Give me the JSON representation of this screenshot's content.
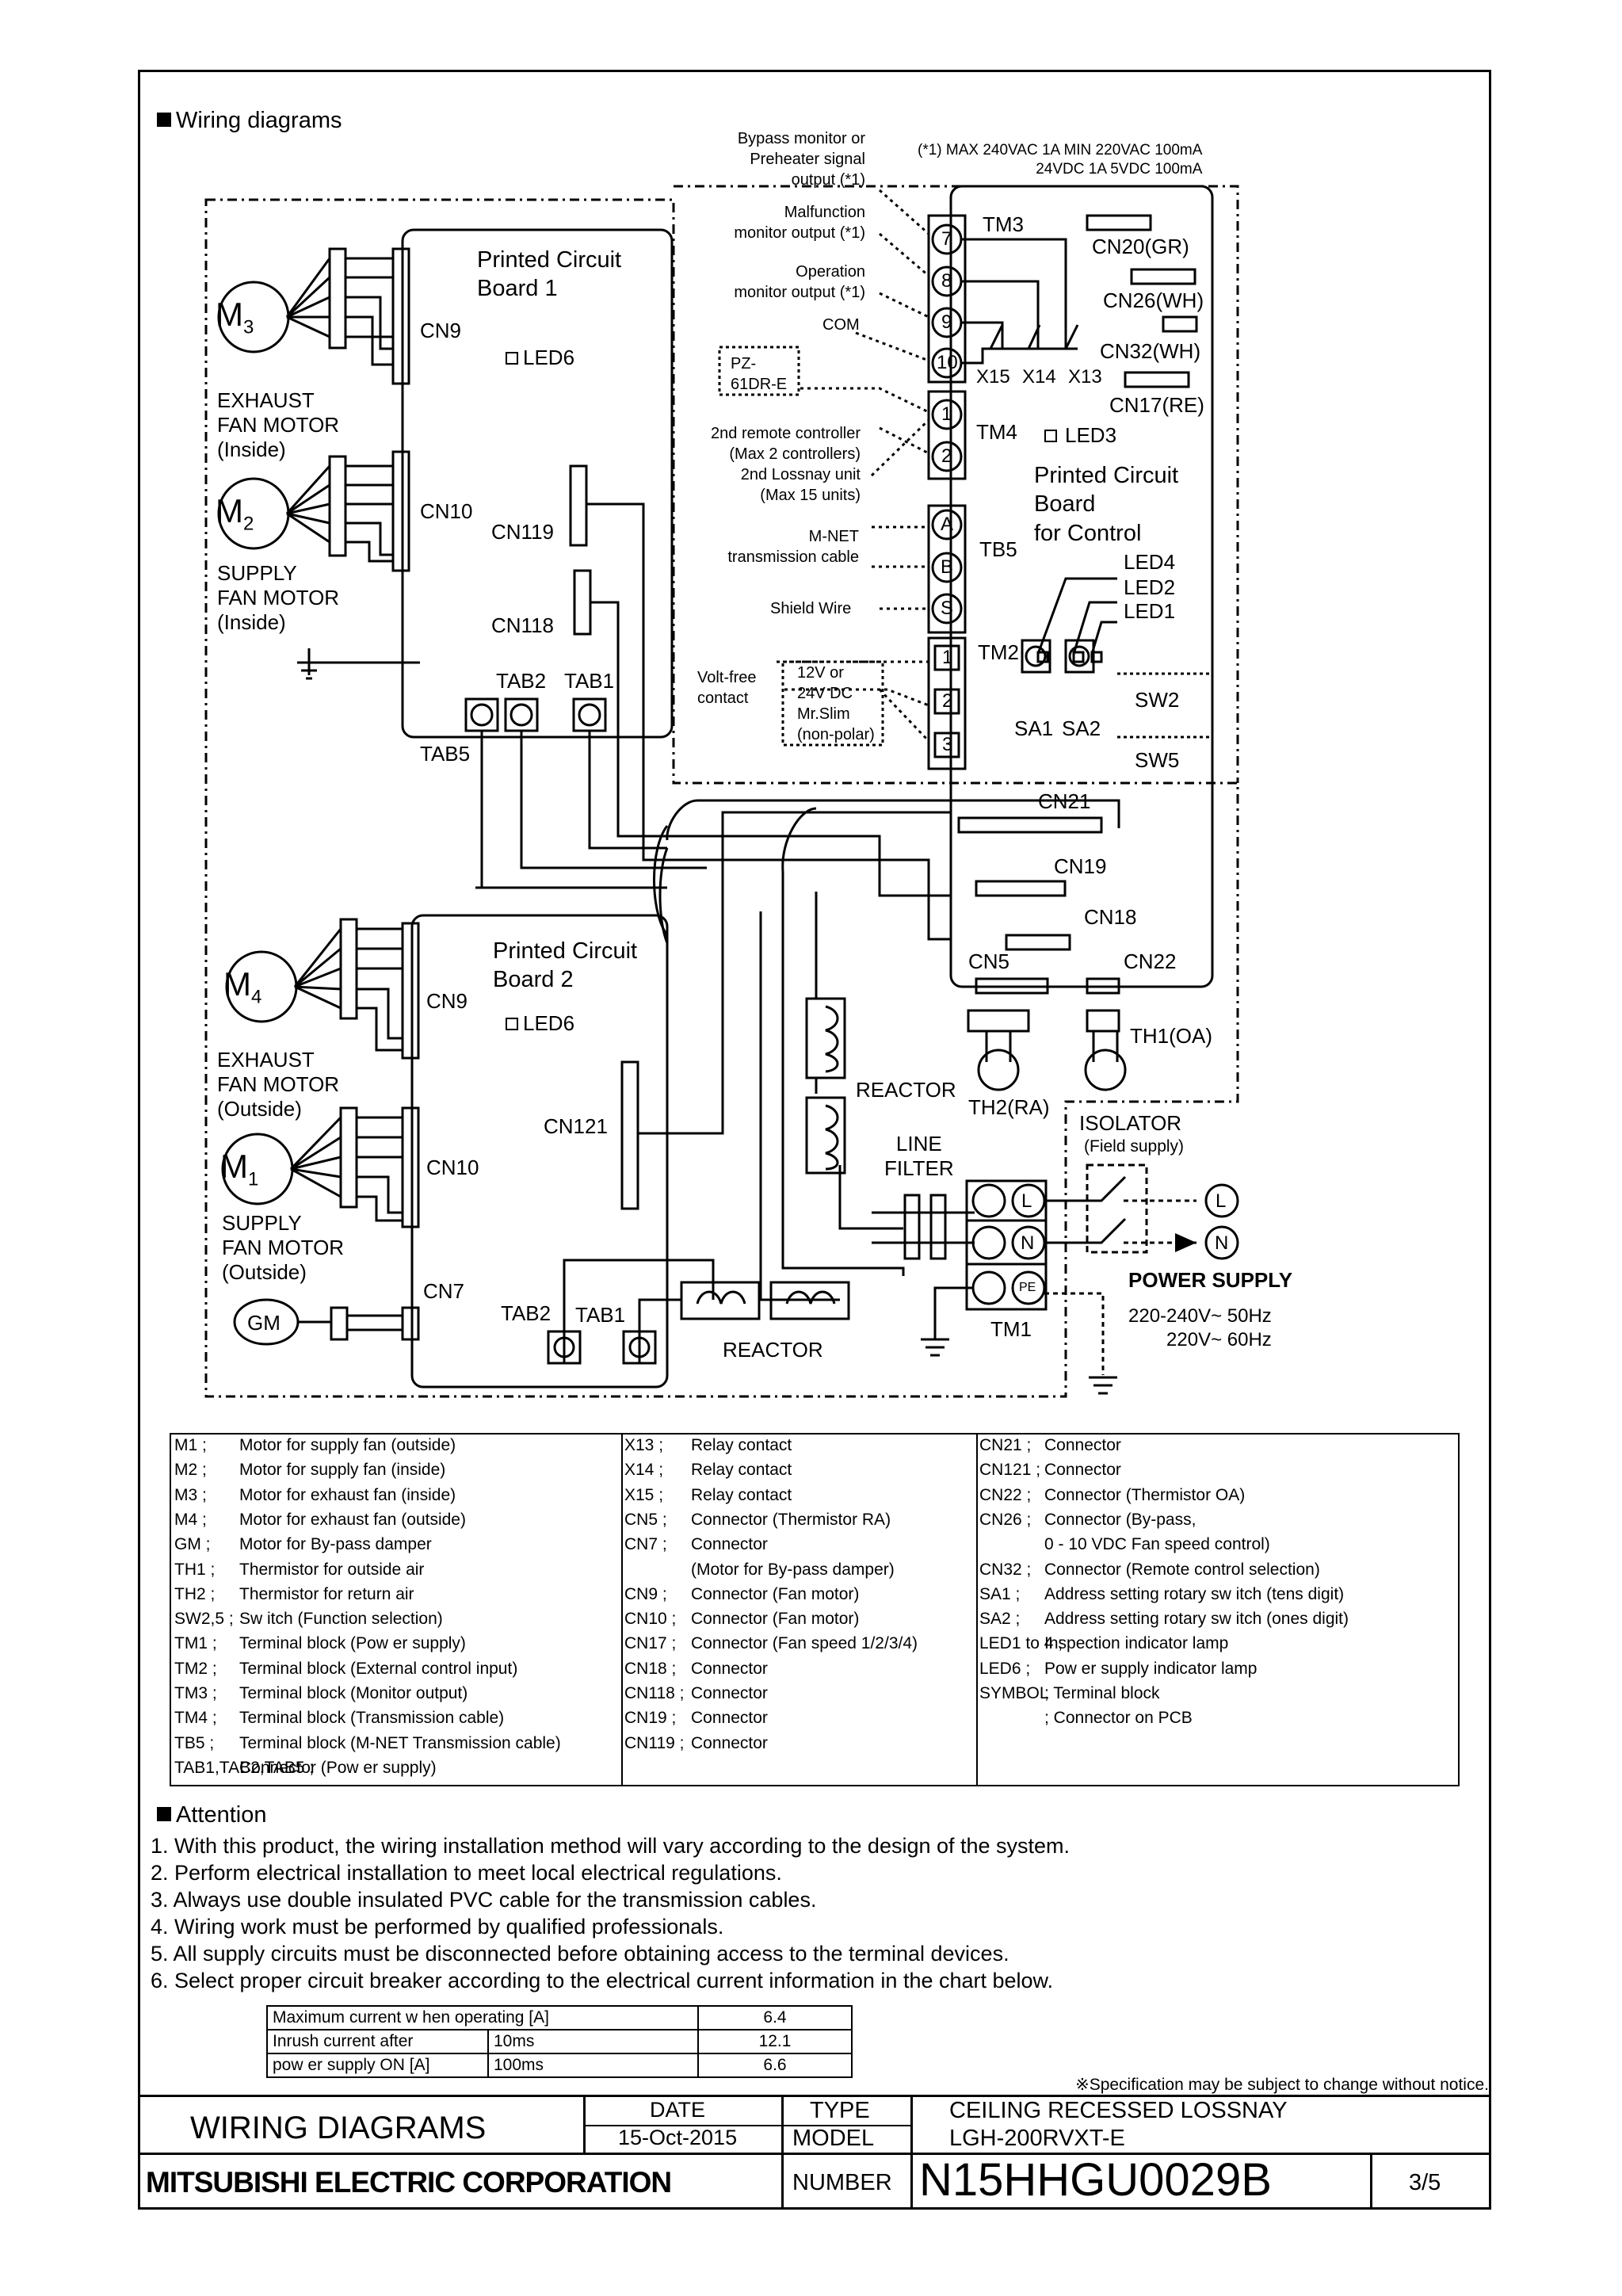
{
  "header": {
    "section_title": "Wiring diagrams"
  },
  "boards": {
    "pcb1": [
      "Printed Circuit",
      "Board 1"
    ],
    "pcb2": [
      "Printed Circuit",
      "Board 2"
    ],
    "control": [
      "Printed Circuit",
      "Board",
      "for Control"
    ]
  },
  "motors": {
    "m3": {
      "sym": "M",
      "sub": "3",
      "label": [
        "EXHAUST",
        "FAN MOTOR",
        "(Inside)"
      ]
    },
    "m2": {
      "sym": "M",
      "sub": "2",
      "label": [
        "SUPPLY",
        "FAN MOTOR",
        "(Inside)"
      ]
    },
    "m4": {
      "sym": "M",
      "sub": "4",
      "label": [
        "EXHAUST",
        "FAN MOTOR",
        "(Outside)"
      ]
    },
    "m1": {
      "sym": "M",
      "sub": "1",
      "label": [
        "SUPPLY",
        "FAN MOTOR",
        "(Outside)"
      ]
    },
    "gm": "GM"
  },
  "labels": {
    "cn9": "CN9",
    "cn10": "CN10",
    "cn119": "CN119",
    "cn118": "CN118",
    "cn121": "CN121",
    "cn7": "CN7",
    "led6": "LED6",
    "tab1": "TAB1",
    "tab2": "TAB2",
    "tab5": "TAB5",
    "tm1": "TM1",
    "tm2": "TM2",
    "tm3": "TM3",
    "tm4": "TM4",
    "tb5": "TB5",
    "cn20": "CN20(GR)",
    "cn26": "CN26(WH)",
    "cn32": "CN32(WH)",
    "cn17": "CN17(RE)",
    "x15": "X15",
    "x14": "X14",
    "x13": "X13",
    "led3": "LED3",
    "led4": "LED4",
    "led2": "LED2",
    "led1": "LED1",
    "sw2": "SW2",
    "sw5": "SW5",
    "sa1": "SA1",
    "sa2": "SA2",
    "cn21": "CN21",
    "cn19": "CN19",
    "cn18": "CN18",
    "cn5": "CN5",
    "cn22": "CN22",
    "th1": "TH1(OA)",
    "th2": "TH2(RA)",
    "reactor": "REACTOR",
    "line_filter": [
      "LINE",
      "FILTER"
    ],
    "isolator": "ISOLATOR",
    "field_supply": "(Field supply)",
    "power_supply": "POWER SUPPLY",
    "voltage": [
      "220-240V~ 50Hz",
      "220V~ 60Hz"
    ],
    "terminals": {
      "t7": "7",
      "t8": "8",
      "t9": "9",
      "t10": "10",
      "t1": "1",
      "t2": "2",
      "a": "A",
      "b": "B",
      "s": "S",
      "m1": "1",
      "m2": "2",
      "m3": "3",
      "l": "L",
      "n": "N",
      "pe": "PE"
    }
  },
  "annotations": {
    "rating": [
      "(*1) MAX 240VAC 1A    MIN 220VAC 100mA",
      "24VDC   1A              5VDC   100mA"
    ],
    "bypass": [
      "Bypass monitor or",
      "Preheater signal",
      "output (*1)"
    ],
    "malfunction": [
      "Malfunction",
      "monitor output (*1)"
    ],
    "operation": [
      "Operation",
      "monitor output (*1)"
    ],
    "com": "COM",
    "pz": [
      "PZ-",
      "61DR-E"
    ],
    "remote": [
      "2nd remote controller",
      "(Max 2 controllers)",
      "2nd Lossnay unit",
      "(Max 15 units)"
    ],
    "mnet": [
      "M-NET",
      "transmission cable"
    ],
    "shield": "Shield Wire",
    "voltfree": [
      "Volt-free",
      "contact"
    ],
    "dc": [
      "12V or",
      "24V DC",
      "Mr.Slim",
      "(non-polar)"
    ]
  },
  "legend": {
    "col1": [
      [
        "M1 ;",
        "Motor for supply fan (outside)"
      ],
      [
        "M2 ;",
        "Motor for supply fan (inside)"
      ],
      [
        "M3 ;",
        "Motor for exhaust fan (inside)"
      ],
      [
        "M4 ;",
        "Motor for exhaust fan (outside)"
      ],
      [
        "GM ;",
        "Motor for By-pass damper"
      ],
      [
        "TH1 ;",
        "Thermistor for outside air"
      ],
      [
        "TH2 ;",
        "Thermistor for return air"
      ],
      [
        "SW2,5 ;",
        "Sw itch (Function selection)"
      ],
      [
        "TM1 ;",
        "Terminal block (Pow er supply)"
      ],
      [
        "TM2 ;",
        "Terminal block (External control input)"
      ],
      [
        "TM3 ;",
        "Terminal block (Monitor output)"
      ],
      [
        "TM4 ;",
        "Terminal block (Transmission cable)"
      ],
      [
        "TB5 ;",
        "Terminal block (M-NET Transmission cable)"
      ],
      [
        "TAB1,TAB2,TAB5 ;",
        "Connector (Pow er supply)"
      ]
    ],
    "col2": [
      [
        "X13 ;",
        "Relay contact"
      ],
      [
        "X14 ;",
        "Relay contact"
      ],
      [
        "X15 ;",
        "Relay contact"
      ],
      [
        "CN5 ;",
        "Connector (Thermistor RA)"
      ],
      [
        "CN7 ;",
        "Connector"
      ],
      [
        "",
        "(Motor for By-pass damper)"
      ],
      [
        "CN9 ;",
        "Connector (Fan motor)"
      ],
      [
        "CN10 ;",
        "Connector (Fan motor)"
      ],
      [
        "CN17 ;",
        "Connector (Fan speed 1/2/3/4)"
      ],
      [
        "CN18 ;",
        "Connector"
      ],
      [
        "CN118 ;",
        "Connector"
      ],
      [
        "CN19 ;",
        "Connector"
      ],
      [
        "CN119 ;",
        "Connector"
      ]
    ],
    "col3": [
      [
        "CN21 ;",
        "Connector"
      ],
      [
        "CN121 ;",
        "Connector"
      ],
      [
        "CN22 ;",
        "Connector (Thermistor OA)"
      ],
      [
        "CN26 ;",
        "Connector (By-pass,"
      ],
      [
        "",
        "0 - 10 VDC Fan speed control)"
      ],
      [
        "CN32 ;",
        "Connector (Remote control selection)"
      ],
      [
        "SA1 ;",
        "Address setting rotary sw itch (tens digit)"
      ],
      [
        "SA2 ;",
        "Address setting rotary sw itch (ones digit)"
      ],
      [
        "LED1 to 4 ;",
        "Inspection indicator lamp"
      ],
      [
        "LED6 ;",
        "Pow er supply indicator lamp"
      ],
      [
        "SYMBOL",
        "; Terminal block"
      ],
      [
        "",
        "; Connector on PCB"
      ]
    ]
  },
  "attention": {
    "title": "Attention",
    "items": [
      "1.   With this product, the wiring installation method will vary according to the design of the system.",
      "2.   Perform electrical installation to meet local electrical regulations.",
      "3.   Always use double insulated PVC cable for the transmission cables.",
      "4.   Wiring work must be performed by qualified professionals.",
      "5.   All supply circuits must be disconnected before obtaining access to the terminal devices.",
      "6.   Select proper circuit breaker according to the electrical current information in the chart below."
    ]
  },
  "current_table": {
    "r1": [
      "Maximum current w hen operating [A]",
      "6.4"
    ],
    "r2": [
      "Inrush current after",
      "10ms",
      "12.1"
    ],
    "r3": [
      "pow er supply ON [A]",
      "100ms",
      "6.6"
    ]
  },
  "notice": "※Specification may be subject to change without notice.",
  "title_block": {
    "title": "WIRING DIAGRAMS",
    "date_label": "DATE",
    "date": "15-Oct-2015",
    "type_label": "TYPE",
    "type": "CEILING RECESSED LOSSNAY",
    "model_label": "MODEL",
    "model": "LGH-200RVXT-E",
    "company": "MITSUBISHI ELECTRIC CORPORATION",
    "number_label": "NUMBER",
    "number": "N15HHGU0029B",
    "page": "3/5"
  }
}
